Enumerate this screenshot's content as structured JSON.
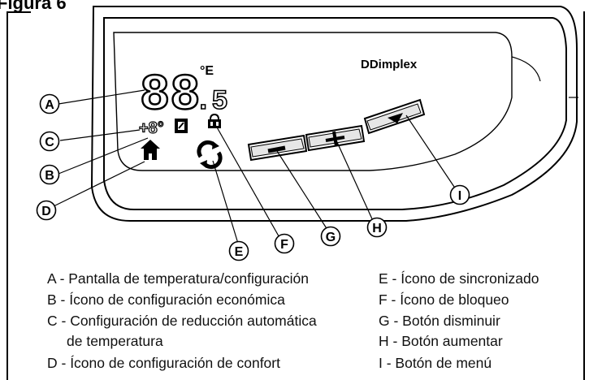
{
  "figure": {
    "title": "Figura 6",
    "brand_logo": "DDimplex",
    "lcd": {
      "digits": "88",
      "decimal": ".5",
      "unit": "°E",
      "setback": "+8°"
    },
    "buttons": {
      "decrease": "−",
      "increase": "+",
      "menu": "▼"
    },
    "callouts": {
      "a": "A",
      "b": "B",
      "c": "C",
      "d": "D",
      "e": "E",
      "f": "F",
      "g": "G",
      "h": "H",
      "i": "I"
    }
  },
  "legend": {
    "left": [
      "A - Pantalla de temperatura/configuración",
      "B - Ícono de configuración económica",
      "C - Configuración de reducción automática",
      "de temperatura",
      "D - Ícono de configuración de confort"
    ],
    "right": [
      "E - Ícono de sincronizado",
      "F - Ícono de bloqueo",
      "G - Botón disminuir",
      "H - Botón aumentar",
      "I - Botón de menú"
    ]
  }
}
